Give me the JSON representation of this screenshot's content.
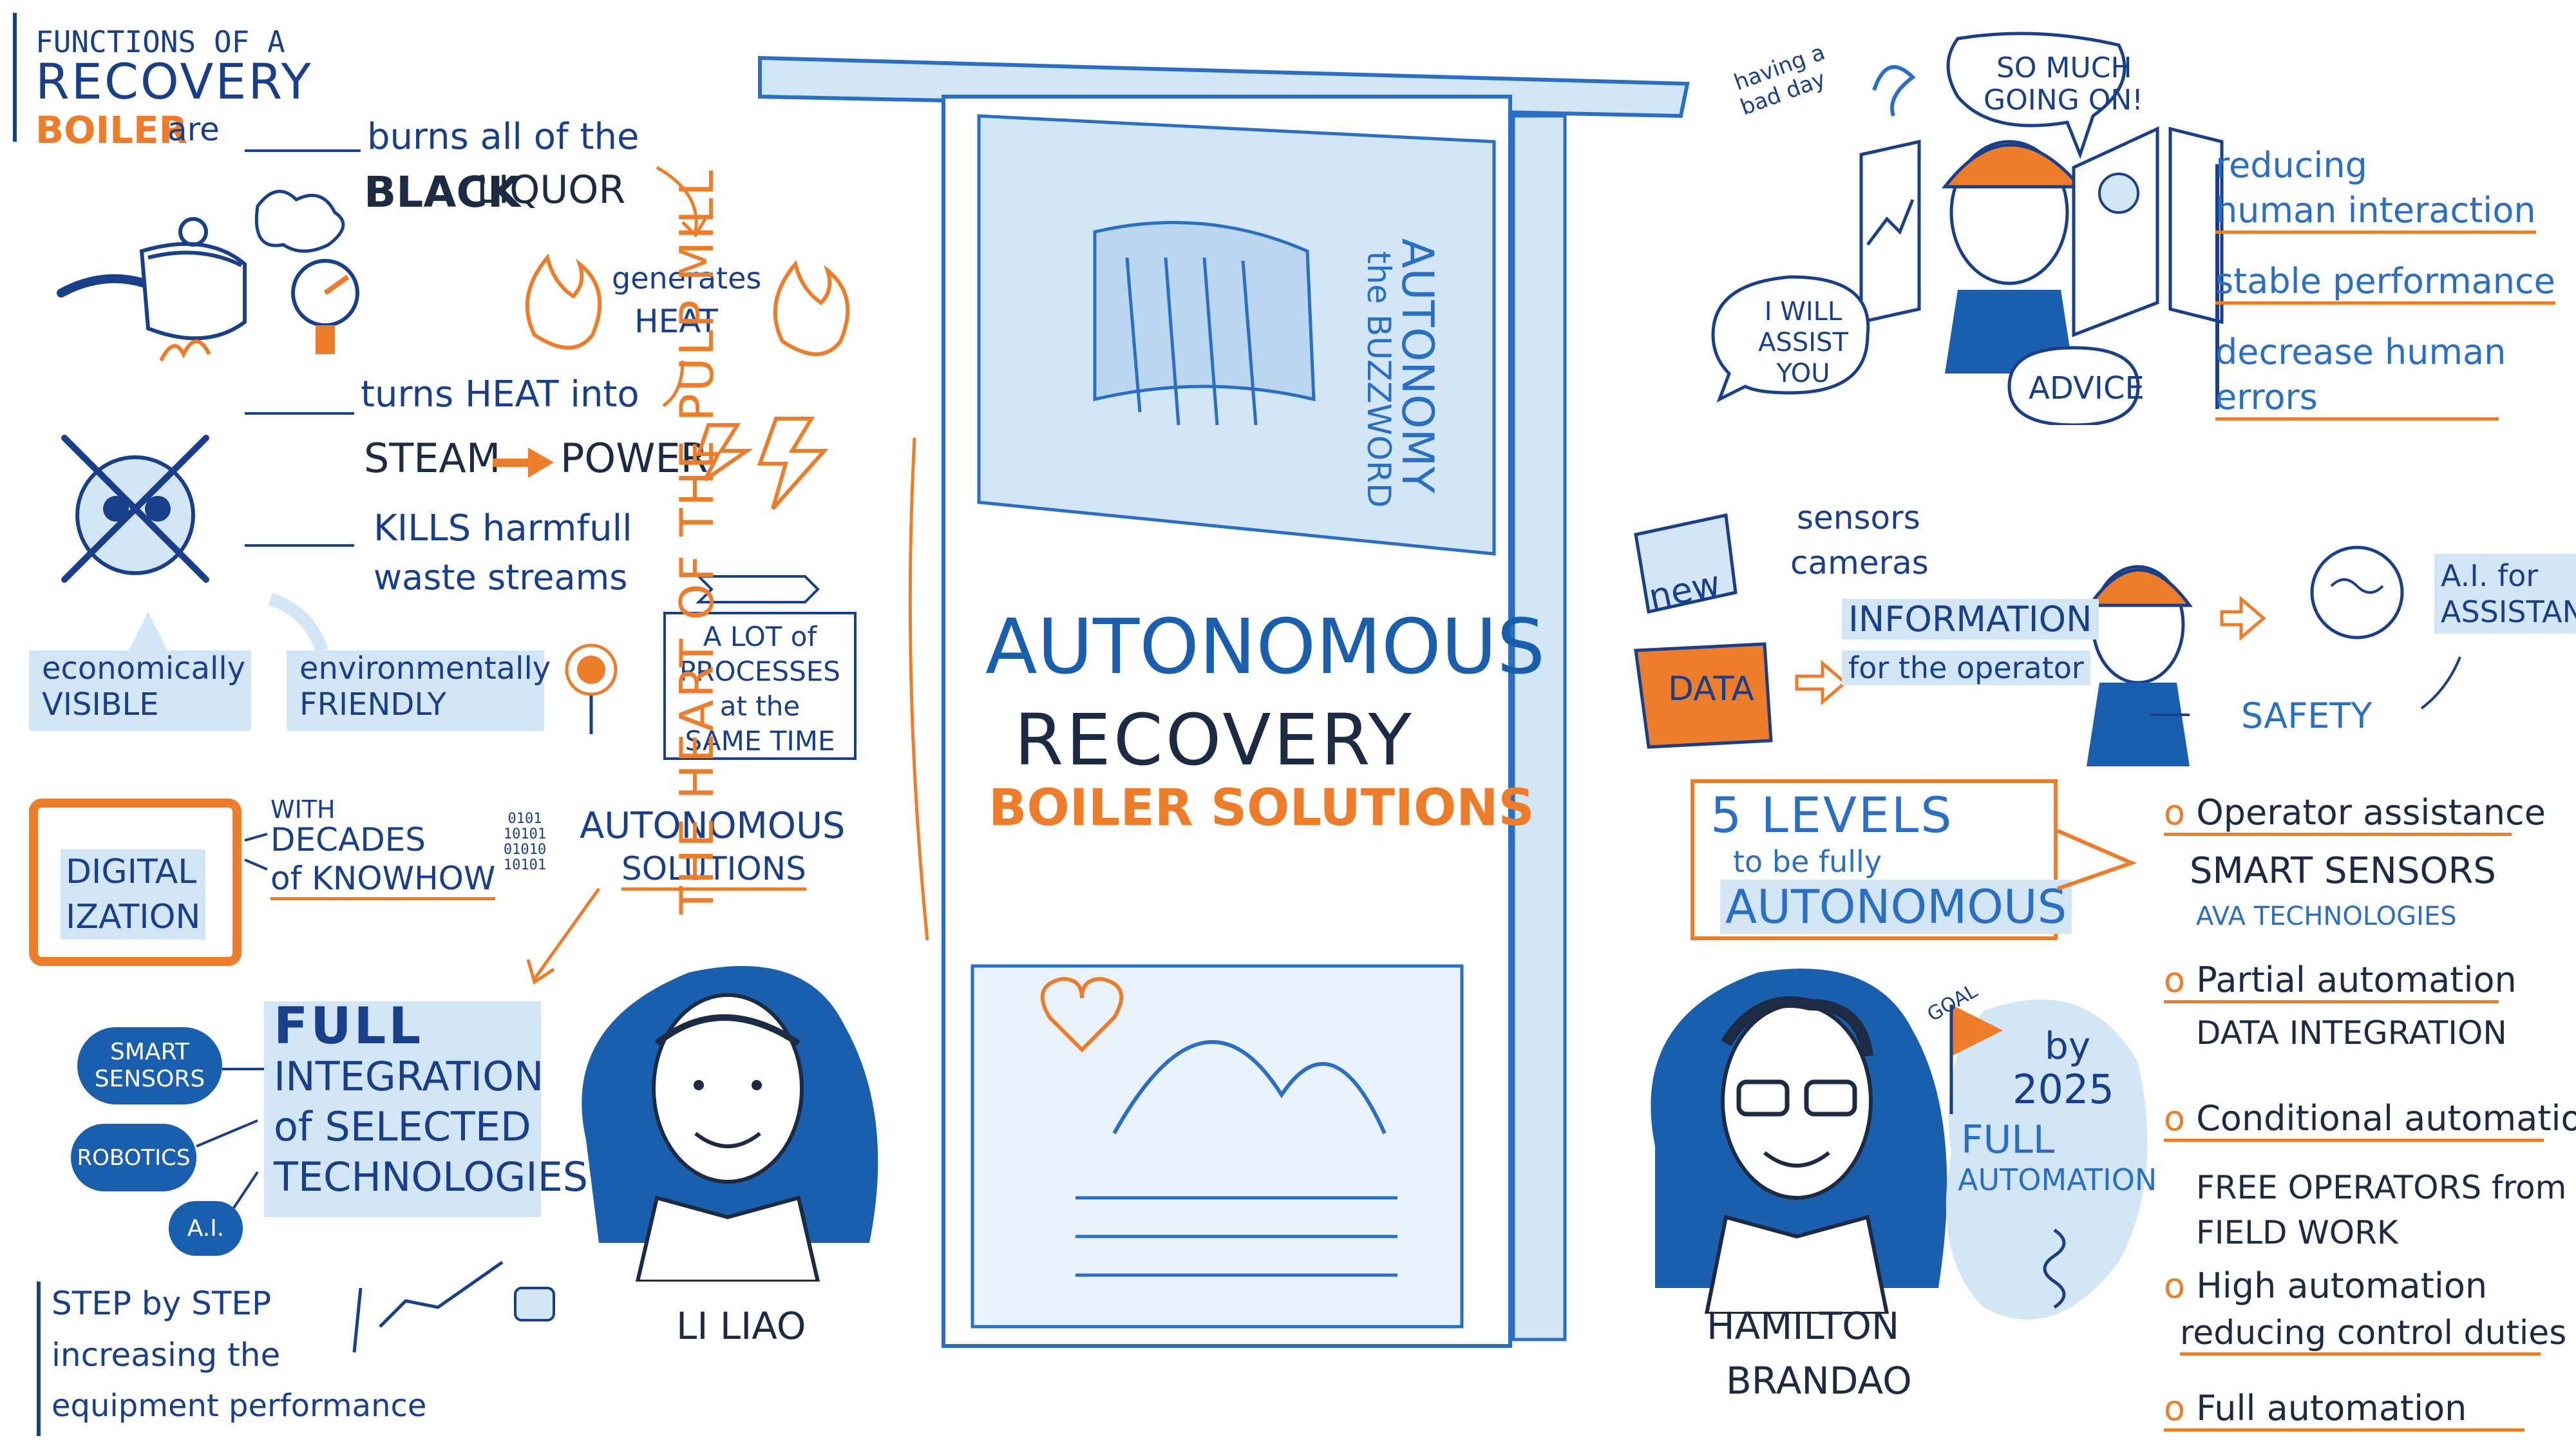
{
  "functions": {
    "title_line1": "FUNCTIONS OF A",
    "title_line2": "RECOVERY",
    "title_line3": "BOILER",
    "are": "are",
    "f1a": "burns all of the",
    "f1b_black": "BLACK",
    "f1b_liquor": "LIQUOR",
    "f2a": "generates",
    "f2b": "HEAT",
    "f3a": "turns HEAT into",
    "f3_steam": "STEAM",
    "f3_power": "POWER",
    "f4a": "KILLS harmfull",
    "f4b": "waste streams",
    "econ1": "economically",
    "econ2": "VISIBLE",
    "env1": "environmentally",
    "env2": "FRIENDLY",
    "lot1": "A LOT of",
    "lot2": "PROCESSES",
    "lot3": "at the",
    "lot4": "SAME TIME"
  },
  "digital": {
    "frame1": "DIGITAL",
    "frame2": "IZATION",
    "with": "WITH",
    "decades": "DECADES",
    "knowhow": "of KNOWHOW",
    "binary": [
      "0101",
      "10101",
      "01010",
      "10101"
    ],
    "auto1": "AUTONOMOUS",
    "auto2": "SOLUTIONS"
  },
  "integration": {
    "l1": "FULL",
    "l2": "INTEGRATION",
    "l3": "of SELECTED",
    "l4": "TECHNOLOGIES",
    "chips": [
      "SMART SENSORS",
      "ROBOTICS",
      "A.I."
    ]
  },
  "step": {
    "l1": "STEP by STEP",
    "l2": "increasing the",
    "l3": "equipment performance"
  },
  "speaker1": "LI LIAO",
  "speaker2_line1": "HAMILTON",
  "speaker2_line2": "BRANDAO",
  "center": {
    "vertical": "THE HEART OF THE PULP MILL",
    "quote1": "AUTONOMY",
    "quote2": "the BUZZWORD",
    "title1": "AUTONOMOUS",
    "title2": "RECOVERY",
    "title3": "BOILER SOLUTIONS"
  },
  "operator": {
    "badday1": "having a",
    "badday2": "bad day",
    "busy1": "SO MUCH",
    "busy2": "GOING ON!",
    "assist1": "I WILL",
    "assist2": "ASSIST",
    "assist3": "YOU",
    "advice": "ADVICE",
    "b1a": "reducing",
    "b1b": "human interaction",
    "b2": "stable performance",
    "b3a": "decrease human",
    "b3b": "errors"
  },
  "data": {
    "new": "new",
    "sensors": "sensors",
    "cameras": "cameras",
    "data": "DATA",
    "info1": "INFORMATION",
    "info2": "for the operator",
    "ai1": "A.I. for",
    "ai2": "ASSISTANCE",
    "safety": "SAFETY"
  },
  "levels": {
    "l1": "5 LEVELS",
    "l2": "to be fully",
    "l3": "AUTONOMOUS",
    "items": [
      {
        "title": "Operator assistance",
        "sub1": "SMART SENSORS",
        "sub2": "AVA TECHNOLOGIES"
      },
      {
        "title": "Partial automation",
        "sub1": "DATA INTEGRATION"
      },
      {
        "title": "Conditional automation",
        "sub1": "FREE OPERATORS from",
        "sub2": "FIELD WORK"
      },
      {
        "title": "High automation",
        "sub1": "reducing control duties"
      },
      {
        "title": "Full automation"
      }
    ]
  },
  "goal": {
    "flag": "GOAL",
    "by": "by",
    "year": "2025",
    "full": "FULL",
    "automation": "AUTOMATION"
  }
}
